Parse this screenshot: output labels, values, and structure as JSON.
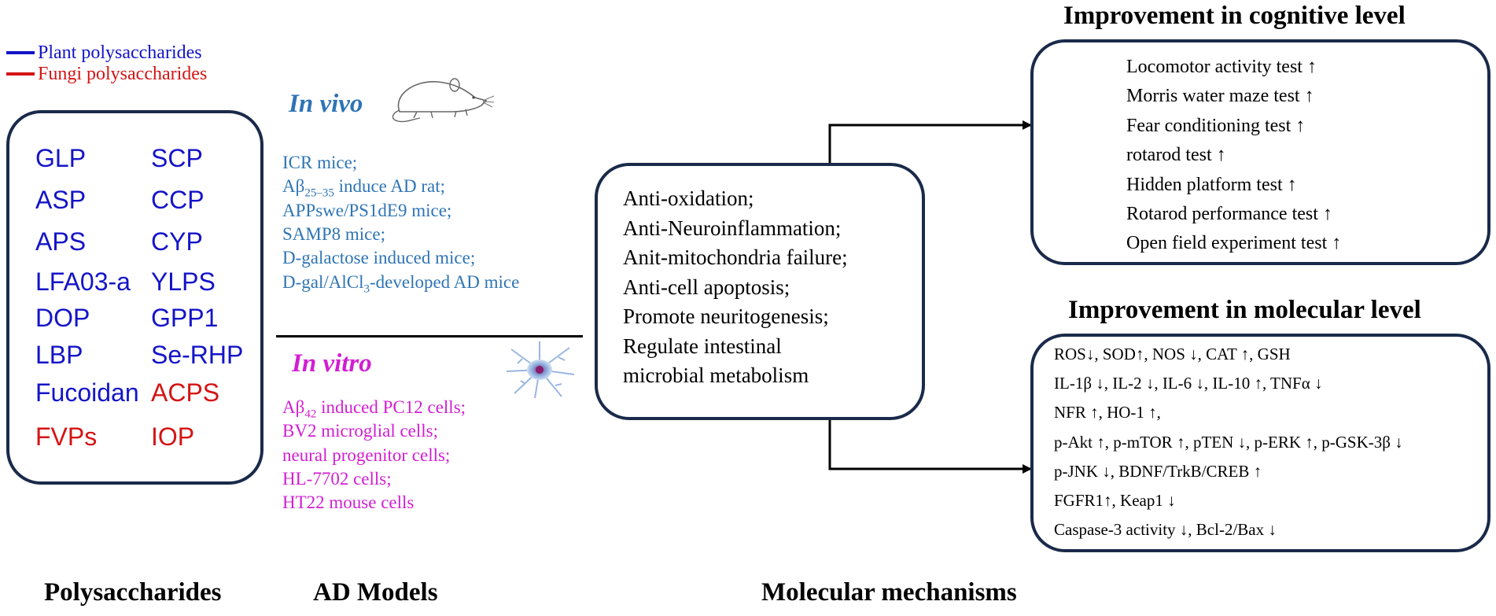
{
  "legend": {
    "items": [
      {
        "label": "Plant polysaccharides",
        "color": "#1414c8"
      },
      {
        "label": "Fungi polysaccharides",
        "color": "#d41414"
      }
    ]
  },
  "polysaccharides": {
    "left_column": [
      {
        "name": "GLP",
        "type": "plant"
      },
      {
        "name": "ASP",
        "type": "plant"
      },
      {
        "name": "APS",
        "type": "plant"
      },
      {
        "name": "LFA03-a",
        "type": "plant"
      },
      {
        "name": "DOP",
        "type": "plant"
      },
      {
        "name": "LBP",
        "type": "plant"
      },
      {
        "name": "Fucoidan",
        "type": "plant"
      },
      {
        "name": "FVPs",
        "type": "fungi"
      }
    ],
    "right_column": [
      {
        "name": "SCP",
        "type": "plant"
      },
      {
        "name": "CCP",
        "type": "plant"
      },
      {
        "name": "CYP",
        "type": "plant"
      },
      {
        "name": "YLPS",
        "type": "plant"
      },
      {
        "name": "GPP1",
        "type": "plant"
      },
      {
        "name": "Se-RHP",
        "type": "plant"
      },
      {
        "name": "ACPS",
        "type": "fungi"
      },
      {
        "name": "IOP",
        "type": "fungi"
      }
    ]
  },
  "models": {
    "in_vivo_heading": "In vivo",
    "in_vivo": [
      {
        "pre": "ICR mice;",
        "sub": "",
        "post": ""
      },
      {
        "pre": "Aβ",
        "sub": "25–35",
        "post": " induce AD rat;"
      },
      {
        "pre": "APPswe/PS1dE9 mice;",
        "sub": "",
        "post": ""
      },
      {
        "pre": "SAMP8 mice;",
        "sub": "",
        "post": ""
      },
      {
        "pre": "D-galactose induced mice;",
        "sub": "",
        "post": ""
      },
      {
        "pre": "D-gal/AlCl",
        "sub": "3",
        "post": "-developed AD mice"
      }
    ],
    "in_vitro_heading": "In vitro",
    "in_vitro": [
      {
        "pre": "Aβ",
        "sub": "42",
        "post": " induced PC12 cells;"
      },
      {
        "pre": "BV2 microglial cells;",
        "sub": "",
        "post": ""
      },
      {
        "pre": "neural progenitor cells;",
        "sub": "",
        "post": ""
      },
      {
        "pre": "HL-7702 cells;",
        "sub": "",
        "post": ""
      },
      {
        "pre": "HT22 mouse cells",
        "sub": "",
        "post": ""
      }
    ]
  },
  "mechanisms": [
    "Anti-oxidation;",
    "Anti-Neuroinflammation;",
    "Anit-mitochondria failure;",
    "Anti-cell apoptosis;",
    "Promote neuritogenesis;",
    "Regulate intestinal",
    "microbial metabolism"
  ],
  "cognitive": {
    "title": "Improvement in cognitive level",
    "items": [
      "Locomotor activity test ↑",
      "Morris water maze test ↑",
      "Fear conditioning test ↑",
      "rotarod test ↑",
      "Hidden platform test ↑",
      "Rotarod performance test ↑",
      "Open field experiment test ↑"
    ]
  },
  "molecular": {
    "title": "Improvement in molecular level",
    "items": [
      "ROS↓, SOD↑, NOS ↓, CAT ↑, GSH",
      "IL-1β ↓, IL-2 ↓, IL-6 ↓, IL-10 ↑, TNFα ↓",
      "NFR ↑, HO-1 ↑,",
      "p-Akt ↑, p-mTOR ↑, pTEN ↓, p-ERK ↑, p-GSK-3β ↓",
      "p-JNK ↓, BDNF/TrkB/CREB ↑",
      "FGFR1↑, Keap1 ↓",
      "Caspase-3 activity ↓, Bcl-2/Bax ↓"
    ]
  },
  "bottom_labels": {
    "polysaccharides": "Polysaccharides",
    "models": "AD Models",
    "mechanisms": "Molecular mechanisms"
  },
  "colors": {
    "plant": "#1414c8",
    "fungi": "#d41414",
    "in_vivo": "#2e74b5",
    "in_vitro": "#d21ed2",
    "box_border": "#1a2a4a"
  }
}
